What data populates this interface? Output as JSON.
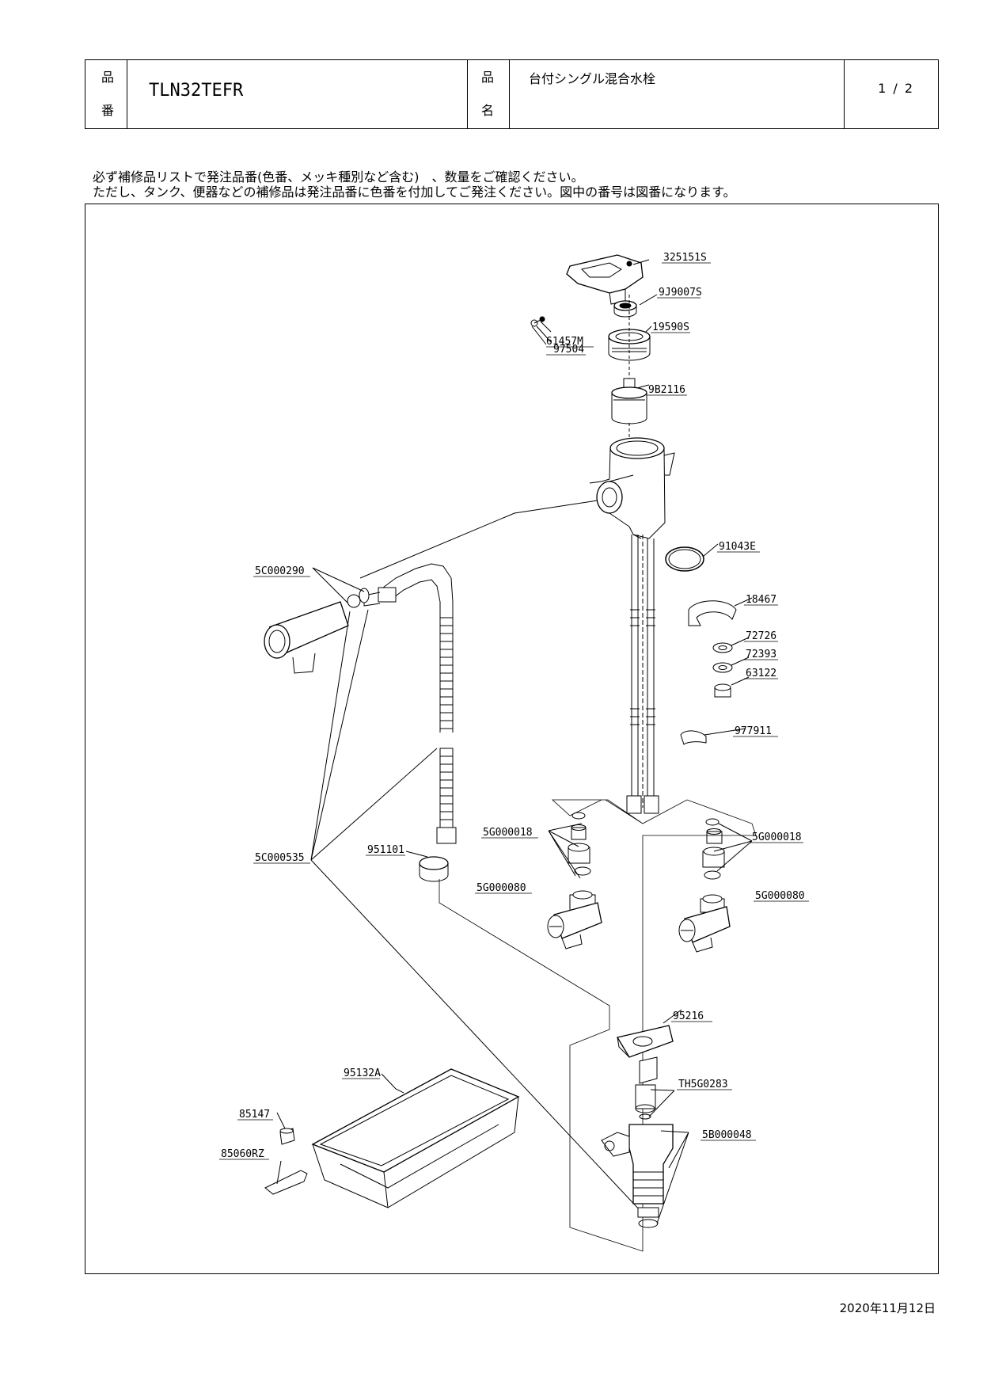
{
  "header": {
    "hin_ban": [
      "品",
      "番"
    ],
    "product_number": "TLN32TEFR",
    "hin_mei": [
      "品",
      "名"
    ],
    "product_name": "台付シングル混合水栓",
    "page": "1 / 2"
  },
  "notes": [
    "必ず補修品リストで発注品番(色番、メッキ種別など含む)　、数量をご確認ください。",
    "ただし、タンク、便器などの補修品は発注品番に色番を付加してご発注ください。図中の番号は図番になります。"
  ],
  "date": "2020年11月12日",
  "parts": {
    "p325151S": "325151S",
    "p9J9007S": "9J9007S",
    "p61457M": "61457M",
    "p97504": "97504",
    "p19590S": "19590S",
    "p9B2116": "9B2116",
    "p91043E": "91043E",
    "p18467": "18467",
    "p72726": "72726",
    "p72393": "72393",
    "p63122": "63122",
    "p977911": "977911",
    "p5C000290": "5C000290",
    "p5C000535": "5C000535",
    "p951101": "951101",
    "p5G000018a": "5G000018",
    "p5G000080a": "5G000080",
    "p5G000018b": "5G000018",
    "p5G000080b": "5G000080",
    "p95216": "95216",
    "pTH5G0283": "TH5G0283",
    "p5B000048": "5B000048",
    "p95132A": "95132A",
    "p85147": "85147",
    "p85060RZ": "85060RZ"
  }
}
